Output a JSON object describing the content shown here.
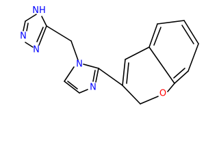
{
  "diagram": {
    "type": "chemical-structure",
    "colors": {
      "bond": "#000000",
      "nitrogen": "#0000ff",
      "oxygen": "#ff0000",
      "background": "#ffffff"
    }
  },
  "atoms": {
    "triazole_nh": {
      "text": "N",
      "h": "H",
      "color": "#0000ff"
    },
    "triazole_n1": {
      "text": "N",
      "color": "#0000ff"
    },
    "triazole_n2": {
      "text": "N",
      "color": "#0000ff"
    },
    "imidazole_n1": {
      "text": "N",
      "color": "#0000ff"
    },
    "imidazole_n3": {
      "text": "N",
      "color": "#0000ff"
    },
    "chromene_o": {
      "text": "O",
      "color": "#ff0000"
    }
  }
}
